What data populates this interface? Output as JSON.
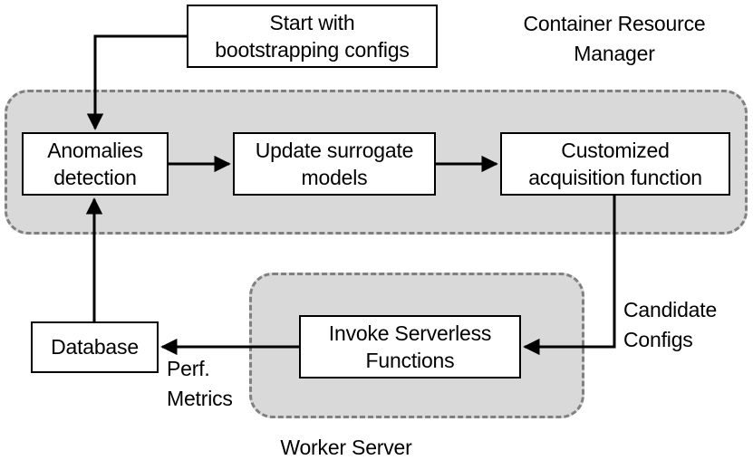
{
  "diagram": {
    "title_hidden": "",
    "background_color": "#ffffff",
    "group_fill_color": "#d9d9d9",
    "group_border_color": "#808080",
    "node_border_color": "#000000",
    "connector_color": "#000000",
    "groups": [
      {
        "id": "container-resource-manager",
        "label": "Container Resource\nManager",
        "label_position": "above-right"
      },
      {
        "id": "worker-server",
        "label": "Worker Server",
        "label_position": "below-center"
      }
    ],
    "nodes": [
      {
        "id": "start",
        "label": "Start with\nbootstrapping configs"
      },
      {
        "id": "anomalies",
        "label": "Anomalies\ndetection"
      },
      {
        "id": "surrogate",
        "label": "Update surrogate\nmodels"
      },
      {
        "id": "acquisition",
        "label": "Customized\nacquisition function"
      },
      {
        "id": "invoke",
        "label": "Invoke Serverless\nFunctions"
      },
      {
        "id": "database",
        "label": "Database"
      }
    ],
    "edges": [
      {
        "id": "start-to-anomalies",
        "from": "start",
        "to": "anomalies",
        "label": ""
      },
      {
        "id": "anomalies-to-surrogate",
        "from": "anomalies",
        "to": "surrogate",
        "label": ""
      },
      {
        "id": "surrogate-to-acquisition",
        "from": "surrogate",
        "to": "acquisition",
        "label": ""
      },
      {
        "id": "acquisition-to-invoke",
        "from": "acquisition",
        "to": "invoke",
        "label": "Candidate\nConfigs"
      },
      {
        "id": "invoke-to-database",
        "from": "invoke",
        "to": "database",
        "label": "Perf.\nMetrics"
      },
      {
        "id": "database-to-anomalies",
        "from": "database",
        "to": "anomalies",
        "label": ""
      }
    ],
    "edge_labels": {
      "candidate_configs": "Candidate\nConfigs",
      "perf_metrics": "Perf.\nMetrics"
    }
  }
}
